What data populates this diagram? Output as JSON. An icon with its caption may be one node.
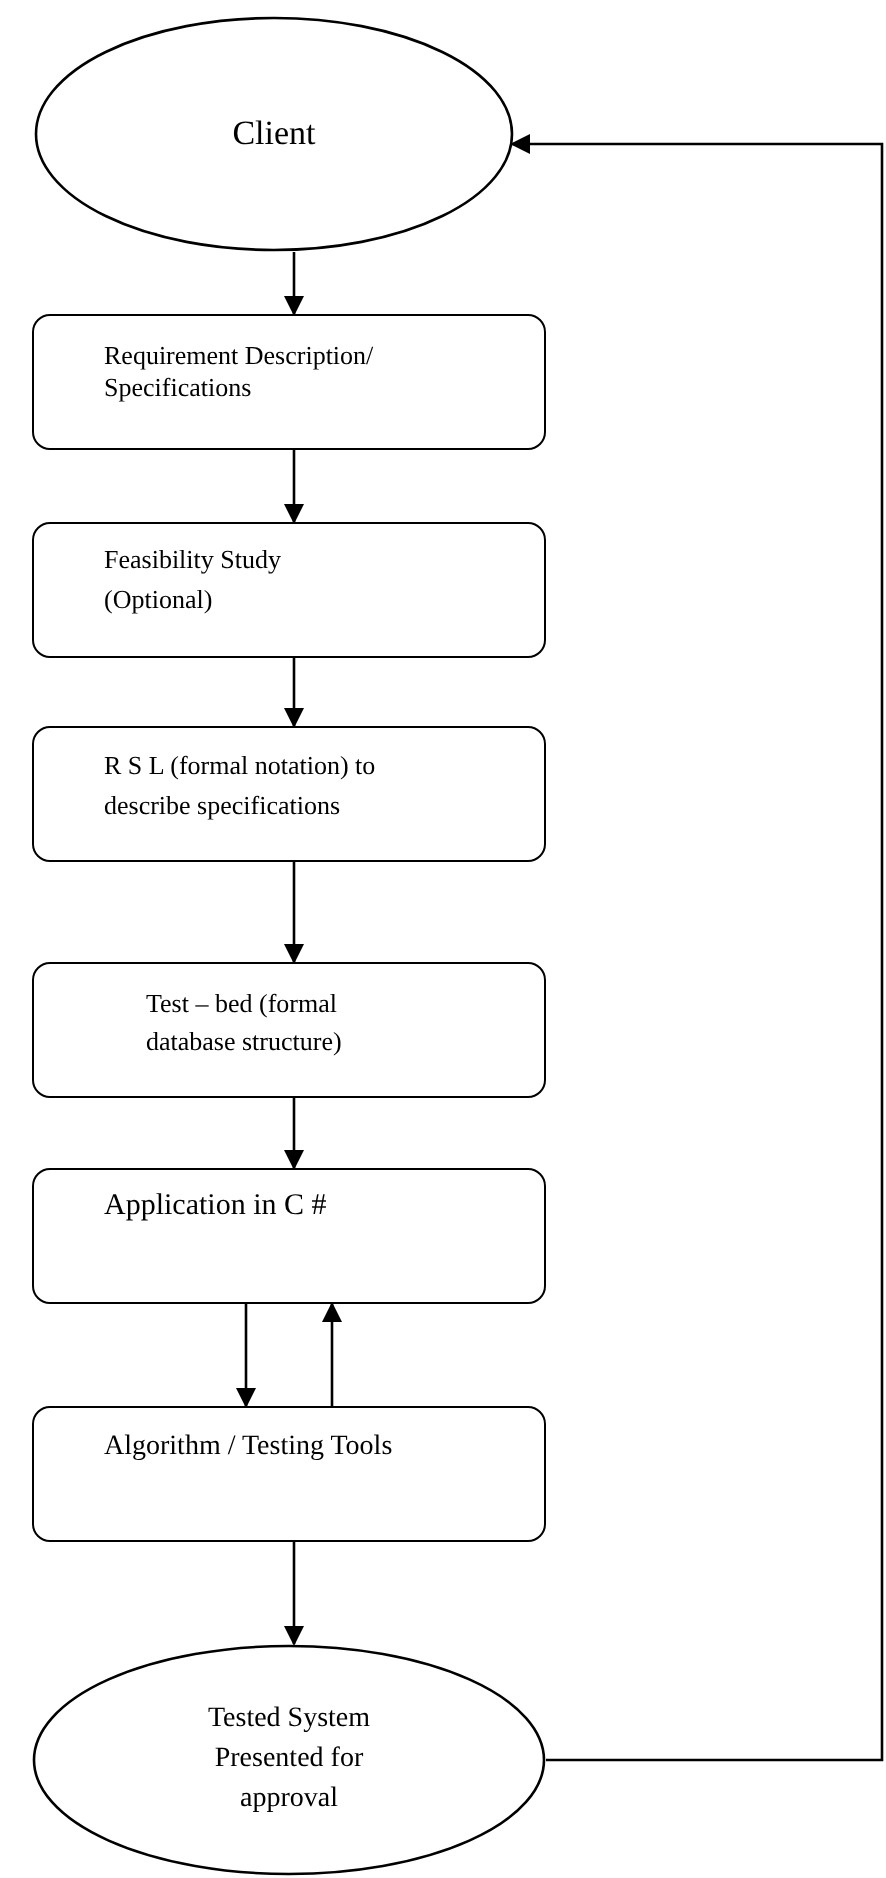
{
  "diagram": {
    "nodes": [
      {
        "text": [
          "Client"
        ]
      },
      {
        "text": [
          "Requirement Description/ Specifications"
        ]
      },
      {
        "text": [
          "Feasibility Study (Optional)"
        ]
      },
      {
        "text": [
          "R S L (formal notation) to describe specifications"
        ]
      },
      {
        "text": [
          "Test – bed (formal database structure)"
        ]
      },
      {
        "text": [
          "Application in C #"
        ]
      },
      {
        "text": [
          "Algorithm / Testing Tools"
        ]
      },
      {
        "text": [
          "Tested System Presented for approval"
        ]
      }
    ],
    "edges": [
      {
        "from": 0,
        "to": 1,
        "arrow": "to"
      },
      {
        "from": 1,
        "to": 2,
        "arrow": "to"
      },
      {
        "from": 2,
        "to": 3,
        "arrow": "to"
      },
      {
        "from": 3,
        "to": 4,
        "arrow": "to"
      },
      {
        "from": 4,
        "to": 5,
        "arrow": "to"
      },
      {
        "from": 5,
        "to": 6,
        "arrow": "to"
      },
      {
        "from": 6,
        "to": 5,
        "arrow": "to"
      },
      {
        "from": 6,
        "to": 7,
        "arrow": "to"
      },
      {
        "from": 7,
        "to": 0,
        "arrow": "to"
      }
    ]
  }
}
